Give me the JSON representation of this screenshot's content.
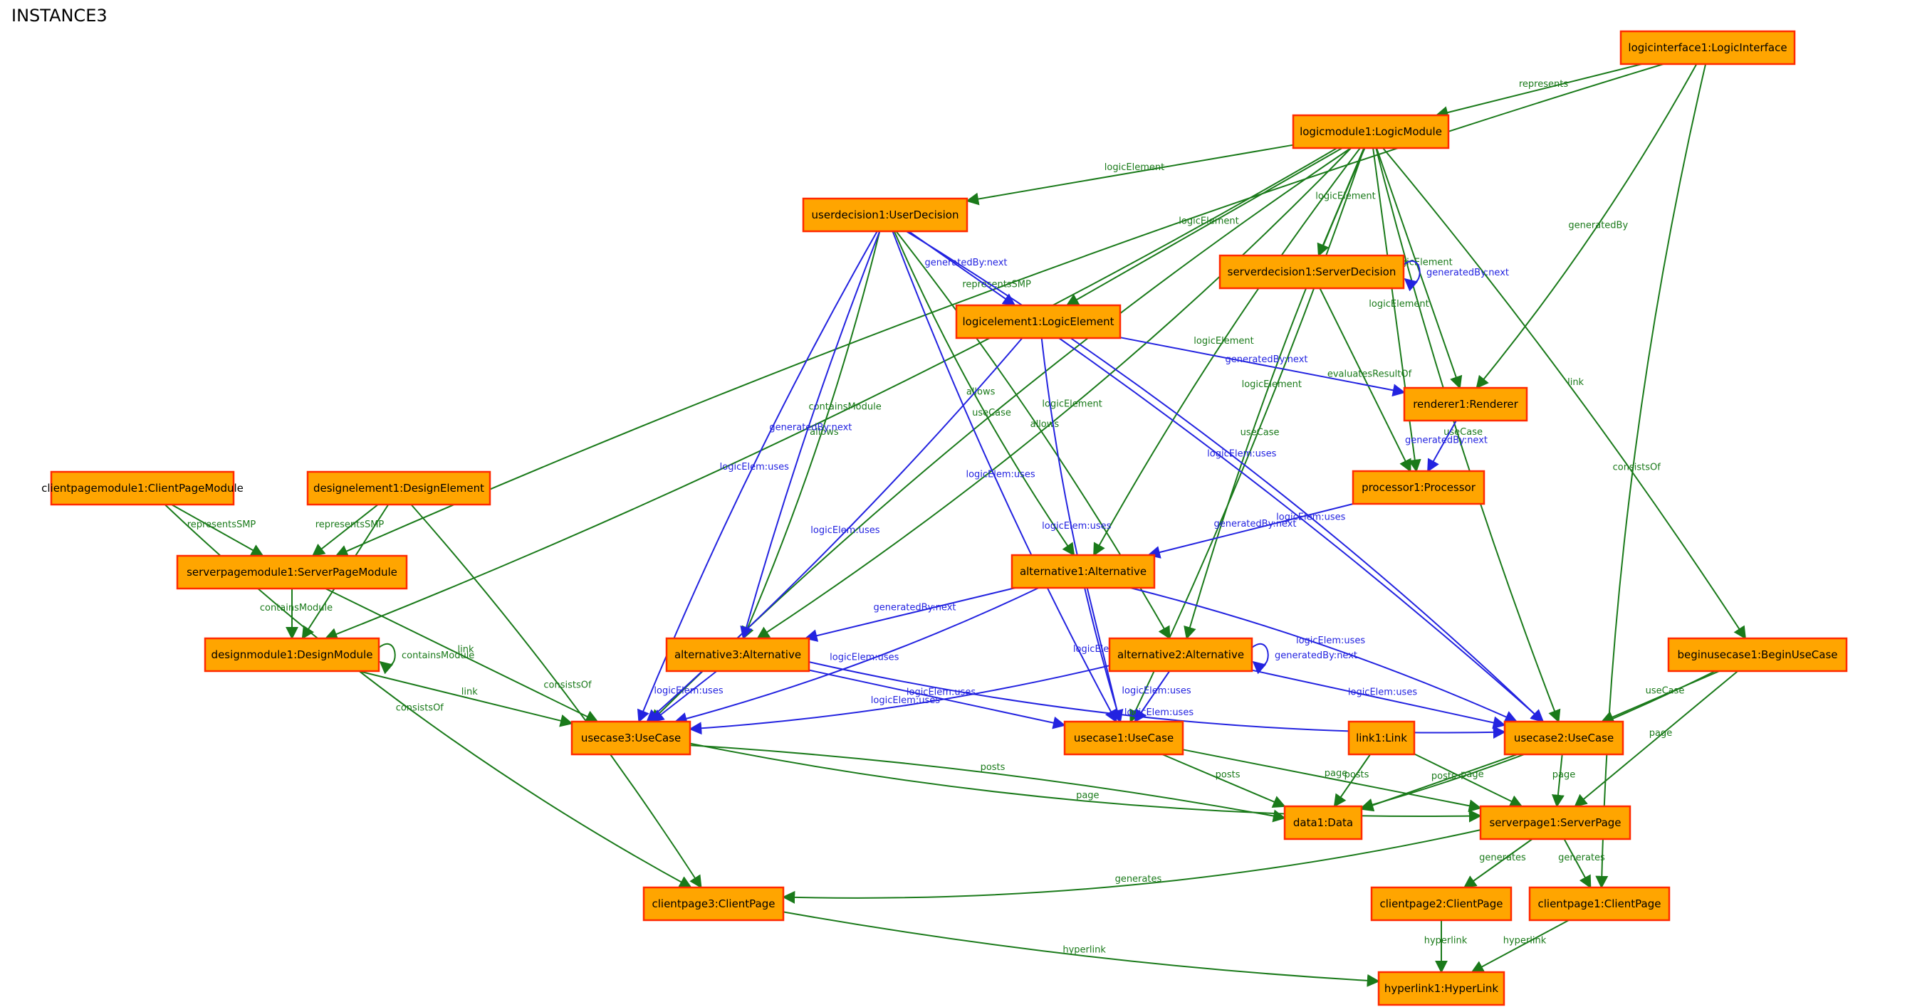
{
  "title": "INSTANCE3",
  "colors": {
    "node_fill": "#ffa500",
    "node_border": "#ff2a00",
    "structure_edge": "#1a7a1a",
    "uses_edge": "#2323e0"
  },
  "nodes": {
    "logicinterface1": "logicinterface1:LogicInterface",
    "logicmodule1": "logicmodule1:LogicModule",
    "userdecision1": "userdecision1:UserDecision",
    "serverdecision1": "serverdecision1:ServerDecision",
    "logicelement1": "logicelement1:LogicElement",
    "renderer1": "renderer1:Renderer",
    "processor1": "processor1:Processor",
    "clientpagemodule1": "clientpagemodule1:ClientPageModule",
    "designelement1": "designelement1:DesignElement",
    "serverpagemodule1": "serverpagemodule1:ServerPageModule",
    "alternative1": "alternative1:Alternative",
    "designmodule1": "designmodule1:DesignModule",
    "alternative3": "alternative3:Alternative",
    "alternative2": "alternative2:Alternative",
    "beginusecase1": "beginusecase1:BeginUseCase",
    "usecase3": "usecase3:UseCase",
    "usecase1": "usecase1:UseCase",
    "link1": "link1:Link",
    "usecase2": "usecase2:UseCase",
    "data1": "data1:Data",
    "serverpage1": "serverpage1:ServerPage",
    "clientpage3": "clientpage3:ClientPage",
    "clientpage2": "clientpage2:ClientPage",
    "clientpage1": "clientpage1:ClientPage",
    "hyperlink1": "hyperlink1:HyperLink"
  },
  "edges": [
    {
      "from": "logicinterface1",
      "to": "logicmodule1",
      "label": "represents",
      "kind": "structure"
    },
    {
      "from": "logicinterface1",
      "to": "serverpagemodule1",
      "label": "representsSMP",
      "kind": "structure"
    },
    {
      "from": "logicinterface1",
      "to": "renderer1",
      "label": "generatedBy",
      "kind": "structure"
    },
    {
      "from": "logicinterface1",
      "to": "clientpage1",
      "label": "consistsOf",
      "kind": "structure"
    },
    {
      "from": "logicmodule1",
      "to": "userdecision1",
      "label": "logicElement",
      "kind": "structure"
    },
    {
      "from": "logicmodule1",
      "to": "serverdecision1",
      "label": "logicElement",
      "kind": "structure"
    },
    {
      "from": "logicmodule1",
      "to": "logicelement1",
      "label": "logicElement",
      "kind": "structure"
    },
    {
      "from": "logicmodule1",
      "to": "alternative1",
      "label": "logicElement",
      "kind": "structure"
    },
    {
      "from": "logicmodule1",
      "to": "alternative3",
      "label": "logicElement",
      "kind": "structure"
    },
    {
      "from": "logicmodule1",
      "to": "renderer1",
      "label": "logicElement",
      "kind": "structure"
    },
    {
      "from": "logicmodule1",
      "to": "processor1",
      "label": "logicElement",
      "kind": "structure"
    },
    {
      "from": "logicmodule1",
      "to": "alternative2",
      "label": "logicElement",
      "kind": "structure"
    },
    {
      "from": "logicmodule1",
      "to": "designmodule1",
      "label": "containsModule",
      "kind": "structure"
    },
    {
      "from": "logicmodule1",
      "to": "usecase3",
      "label": "useCase",
      "kind": "structure"
    },
    {
      "from": "logicmodule1",
      "to": "usecase1",
      "label": "useCase",
      "kind": "structure"
    },
    {
      "from": "logicmodule1",
      "to": "usecase2",
      "label": "useCase",
      "kind": "structure"
    },
    {
      "from": "logicmodule1",
      "to": "beginusecase1",
      "label": "link",
      "kind": "structure"
    },
    {
      "from": "userdecision1",
      "to": "logicelement1",
      "label": "generatedBy:next",
      "kind": "uses"
    },
    {
      "from": "userdecision1",
      "to": "alternative3",
      "label": "allows",
      "kind": "structure"
    },
    {
      "from": "userdecision1",
      "to": "alternative1",
      "label": "allows",
      "kind": "structure"
    },
    {
      "from": "userdecision1",
      "to": "alternative2",
      "label": "allows",
      "kind": "structure"
    },
    {
      "from": "userdecision1",
      "to": "usecase3",
      "label": "logicElem:uses",
      "kind": "uses"
    },
    {
      "from": "userdecision1",
      "to": "alternative3",
      "label": "generatedBy:next",
      "kind": "uses"
    },
    {
      "from": "userdecision1",
      "to": "usecase1",
      "label": "logicElem:uses",
      "kind": "uses"
    },
    {
      "from": "userdecision1",
      "to": "usecase2",
      "label": "logicElem:uses",
      "kind": "uses"
    },
    {
      "from": "serverdecision1",
      "to": "serverdecision1",
      "label": "generatedBy:next",
      "kind": "uses"
    },
    {
      "from": "serverdecision1",
      "to": "processor1",
      "label": "evaluatesResultOf",
      "kind": "structure"
    },
    {
      "from": "logicelement1",
      "to": "renderer1",
      "label": "generatedBy:next",
      "kind": "uses"
    },
    {
      "from": "logicelement1",
      "to": "usecase3",
      "label": "logicElem:uses",
      "kind": "uses"
    },
    {
      "from": "logicelement1",
      "to": "usecase1",
      "label": "logicElem:uses",
      "kind": "uses"
    },
    {
      "from": "logicelement1",
      "to": "usecase2",
      "label": "logicElem:uses",
      "kind": "uses"
    },
    {
      "from": "renderer1",
      "to": "processor1",
      "label": "generatedBy:next",
      "kind": "uses"
    },
    {
      "from": "processor1",
      "to": "alternative1",
      "label": "generatedBy:next",
      "kind": "uses"
    },
    {
      "from": "alternative1",
      "to": "alternative3",
      "label": "generatedBy:next",
      "kind": "uses"
    },
    {
      "from": "alternative1",
      "to": "usecase3",
      "label": "logicElem:uses",
      "kind": "uses"
    },
    {
      "from": "alternative1",
      "to": "usecase1",
      "label": "logicElem:uses",
      "kind": "uses"
    },
    {
      "from": "alternative1",
      "to": "usecase2",
      "label": "logicElem:uses",
      "kind": "uses"
    },
    {
      "from": "alternative2",
      "to": "alternative2",
      "label": "generatedBy:next",
      "kind": "uses"
    },
    {
      "from": "alternative2",
      "to": "usecase3",
      "label": "logicElem:uses",
      "kind": "uses"
    },
    {
      "from": "alternative2",
      "to": "usecase1",
      "label": "logicElem:uses",
      "kind": "uses"
    },
    {
      "from": "alternative2",
      "to": "usecase2",
      "label": "logicElem:uses",
      "kind": "uses"
    },
    {
      "from": "alternative3",
      "to": "usecase3",
      "label": "logicElem:uses",
      "kind": "uses"
    },
    {
      "from": "alternative3",
      "to": "usecase1",
      "label": "logicElem:uses",
      "kind": "uses"
    },
    {
      "from": "alternative3",
      "to": "usecase2",
      "label": "logicElem:uses",
      "kind": "uses"
    },
    {
      "from": "clientpagemodule1",
      "to": "serverpagemodule1",
      "label": "representsSMP",
      "kind": "structure"
    },
    {
      "from": "clientpagemodule1",
      "to": "clientpage3",
      "label": "consistsOf",
      "kind": "structure"
    },
    {
      "from": "designelement1",
      "to": "serverpagemodule1",
      "label": "representsSMP",
      "kind": "structure"
    },
    {
      "from": "designelement1",
      "to": "designmodule1",
      "label": "represents",
      "kind": "structure"
    },
    {
      "from": "designelement1",
      "to": "clientpage3",
      "label": "consistsOf",
      "kind": "structure"
    },
    {
      "from": "serverpagemodule1",
      "to": "designmodule1",
      "label": "containsModule",
      "kind": "structure"
    },
    {
      "from": "serverpagemodule1",
      "to": "usecase3",
      "label": "link",
      "kind": "structure"
    },
    {
      "from": "designmodule1",
      "to": "designmodule1",
      "label": "containsModule",
      "kind": "structure"
    },
    {
      "from": "designmodule1",
      "to": "usecase3",
      "label": "link",
      "kind": "structure"
    },
    {
      "from": "beginusecase1",
      "to": "usecase2",
      "label": "useCase",
      "kind": "structure"
    },
    {
      "from": "beginusecase1",
      "to": "data1",
      "label": "posts",
      "kind": "structure"
    },
    {
      "from": "beginusecase1",
      "to": "serverpage1",
      "label": "page",
      "kind": "structure"
    },
    {
      "from": "usecase3",
      "to": "data1",
      "label": "posts",
      "kind": "structure"
    },
    {
      "from": "usecase3",
      "to": "serverpage1",
      "label": "page",
      "kind": "structure"
    },
    {
      "from": "usecase1",
      "to": "data1",
      "label": "posts",
      "kind": "structure"
    },
    {
      "from": "usecase1",
      "to": "serverpage1",
      "label": "page",
      "kind": "structure"
    },
    {
      "from": "link1",
      "to": "data1",
      "label": "posts",
      "kind": "structure"
    },
    {
      "from": "link1",
      "to": "serverpage1",
      "label": "page",
      "kind": "structure"
    },
    {
      "from": "usecase2",
      "to": "data1",
      "label": "posts",
      "kind": "structure"
    },
    {
      "from": "usecase2",
      "to": "serverpage1",
      "label": "page",
      "kind": "structure"
    },
    {
      "from": "serverpage1",
      "to": "clientpage3",
      "label": "generates",
      "kind": "structure"
    },
    {
      "from": "serverpage1",
      "to": "clientpage2",
      "label": "generates",
      "kind": "structure"
    },
    {
      "from": "serverpage1",
      "to": "clientpage1",
      "label": "generates",
      "kind": "structure"
    },
    {
      "from": "clientpage3",
      "to": "hyperlink1",
      "label": "hyperlink",
      "kind": "structure"
    },
    {
      "from": "clientpage2",
      "to": "hyperlink1",
      "label": "hyperlink",
      "kind": "structure"
    },
    {
      "from": "clientpage1",
      "to": "hyperlink1",
      "label": "hyperlink",
      "kind": "structure"
    }
  ]
}
